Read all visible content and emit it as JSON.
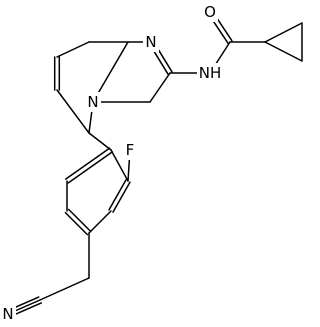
{
  "molecule": {
    "atoms": [
      {
        "id": "O",
        "label": "O"
      },
      {
        "id": "N1",
        "label": "N"
      },
      {
        "id": "NH",
        "label": "NH"
      },
      {
        "id": "N2",
        "label": "N"
      },
      {
        "id": "F",
        "label": "F"
      },
      {
        "id": "N3",
        "label": "N"
      }
    ],
    "colors": {
      "bond": "#000000",
      "label": "#000000",
      "background": "#ffffff"
    }
  }
}
